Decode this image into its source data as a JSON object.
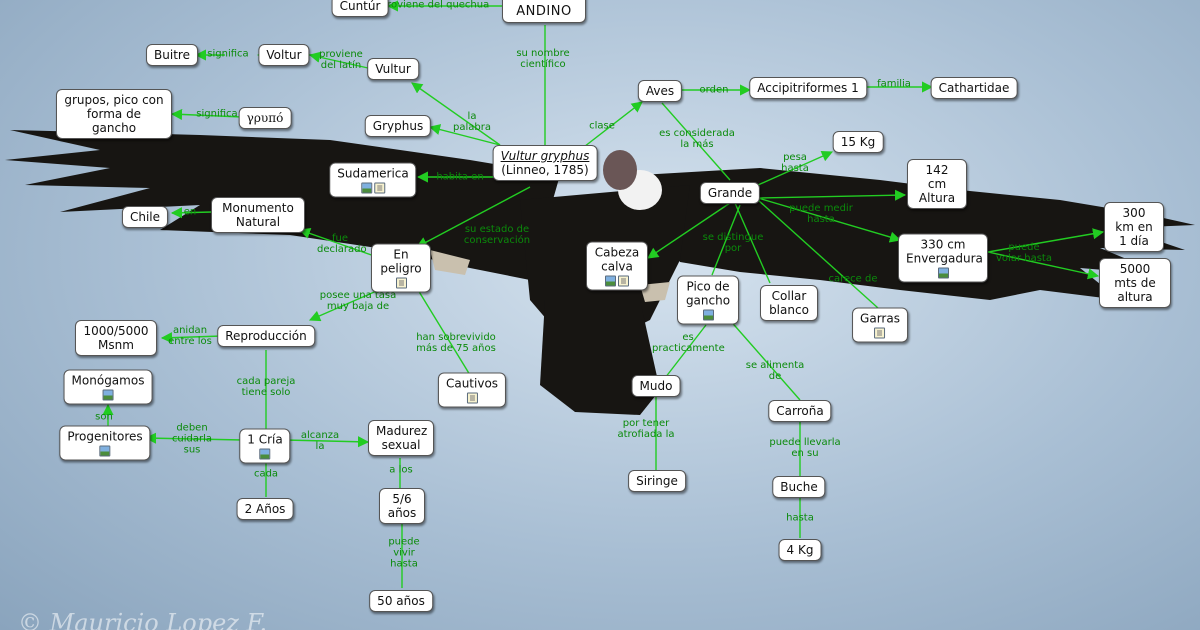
{
  "watermark": "© Mauricio Lopez F.",
  "colors": {
    "link": "#22cc22",
    "link_label": "#0b8a0b",
    "node_border": "#555555"
  },
  "nodes": {
    "cuntur": "Cuntúr",
    "condor_andino": "CONDOR ANDINO",
    "buitre": "Buitre",
    "voltur": "Voltur",
    "vultur": "Vultur",
    "grupos": "grupos, pico con forma de gancho",
    "grupo_greek": "γρυπό",
    "gryphus": "Gryphus",
    "scientific_name": "Vultur gryphus",
    "scientific_author": "(Linneo, 1785)",
    "aves": "Aves",
    "accipitriformes": "Accipitriformes 1",
    "cathartidae": "Cathartidae",
    "peso": "15 Kg",
    "sudamerica": "Sudamerica",
    "chile": "Chile",
    "monumento": "Monumento Natural",
    "grande": "Grande",
    "altura": "142 cm Altura",
    "velocidad": "300 km en 1 día",
    "envergadura": "330 cm Envergadura",
    "altura_vuelo": "5000 mts de altura",
    "en_peligro": "En peligro",
    "cabeza_calva": "Cabeza calva",
    "pico_gancho": "Pico de gancho",
    "collar_blanco": "Collar blanco",
    "garras": "Garras",
    "msnm": "1000/5000 Msnm",
    "reproduccion": "Reproducción",
    "cautivos": "Cautivos",
    "monogamos": "Monógamos",
    "mudo": "Mudo",
    "carrona": "Carroña",
    "progenitores": "Progenitores",
    "una_cria": "1 Cría",
    "madurez": "Madurez sexual",
    "siringe": "Siringe",
    "buche": "Buche",
    "dos_anos": "2 Años",
    "cinco_seis": "5/6 años",
    "cuatro_kg": "4 Kg",
    "cincuenta": "50 años"
  },
  "links": {
    "proviene_quechua": "proviene del quechua",
    "nombre_cientifico": "su nombre científico",
    "significa_buitre": "significa",
    "proviene_latin": "proviene del latín",
    "significa_grupo": "significa",
    "la_palabra": "la palabra",
    "clase": "clase",
    "orden": "orden",
    "familia": "familia",
    "considerada": "es considerada la más",
    "habita": "habita en",
    "en_chile": "en",
    "pesa": "pesa hasta",
    "puede_medir": "puede medir hasta",
    "puede_volar": "puede volar hasta",
    "estado": "su estado de conservación",
    "declarado": "fue declarado",
    "distingue": "se distingue por",
    "carece": "carece de",
    "posee": "posee una tasa muy baja de",
    "sobrevivido": "han sobrevivido más de 75 años",
    "anidan": "anidan entre los",
    "practicamente": "es practicamente",
    "alimenta": "se alimenta de",
    "cada_pareja": "cada pareja tiene solo",
    "son": "son",
    "deben": "deben cuidarla sus",
    "alcanza": "alcanza la",
    "a_los": "a los",
    "atrofiada": "por tener atrofiada la",
    "llevarla": "puede llevarla en su",
    "cada": "cada",
    "hasta": "hasta",
    "vivir": "puede vivir hasta"
  }
}
